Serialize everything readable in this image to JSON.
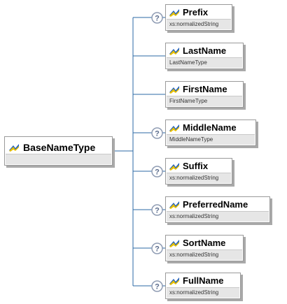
{
  "root": {
    "name": "BaseNameType"
  },
  "children": [
    {
      "name": "Prefix",
      "type": "xs:normalizedString",
      "optional": true
    },
    {
      "name": "LastName",
      "type": "LastNameType",
      "optional": false
    },
    {
      "name": "FirstName",
      "type": "FirstNameType",
      "optional": false
    },
    {
      "name": "MiddleName",
      "type": "MiddleNameType",
      "optional": true
    },
    {
      "name": "Suffix",
      "type": "xs:normalizedString",
      "optional": true
    },
    {
      "name": "PreferredName",
      "type": "xs:normalizedString",
      "optional": true
    },
    {
      "name": "SortName",
      "type": "xs:normalizedString",
      "optional": true
    },
    {
      "name": "FullName",
      "type": "xs:normalizedString",
      "optional": true
    }
  ],
  "icons": {
    "element": "element-icon",
    "optional": "question-mark-icon"
  },
  "colors": {
    "connector": "#2b6aa6",
    "question_circle": "#8f9cb3",
    "type_bar": "#e6e6e6"
  }
}
